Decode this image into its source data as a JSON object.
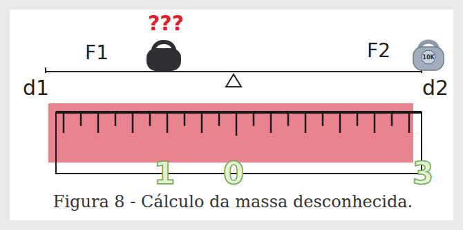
{
  "diagram": {
    "caption": "Figura 8 - Cálculo da massa desconhecida.",
    "labels": [
      "???",
      "F1",
      "F2",
      "10K",
      "d1",
      "d2",
      "1",
      "0",
      "3"
    ]
  }
}
